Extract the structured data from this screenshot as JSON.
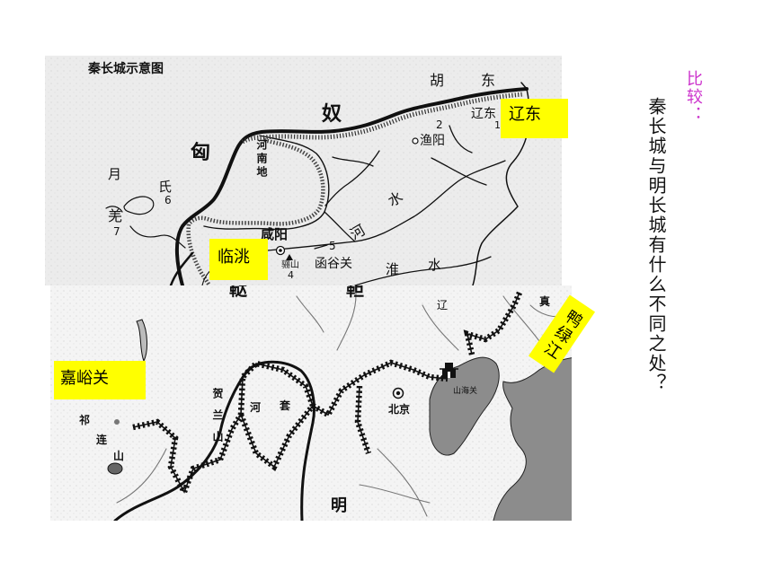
{
  "slide": {
    "compare_label": "比较：",
    "question": "秦长城与明长城有什么不同之处？"
  },
  "callouts": {
    "liaodong": "辽东",
    "lintao": "临洮",
    "jiayuguan": "嘉峪关",
    "yalu_river": "鸭绿江"
  },
  "qin_map": {
    "title": "秦长城示意图",
    "hu": "胡",
    "dong": "东",
    "nu": "奴",
    "xiong": "匈",
    "henandi": "河南地",
    "marker_2": "2",
    "yuyang": "渔阳",
    "liaodong": "辽东",
    "marker_1": "1",
    "yue": "月",
    "shi": "氏",
    "marker_6": "6",
    "qiang": "羌",
    "marker_7": "7",
    "xianyang": "咸阳",
    "marker_5": "5",
    "hanguguan": "函谷关",
    "lishan": "骊山",
    "marker_4": "4",
    "he_river": [
      "河",
      "水"
    ],
    "huai_river": [
      "淮",
      "水"
    ]
  },
  "ming_map": {
    "dada": [
      "鞑",
      "靼"
    ],
    "liao": "辽",
    "zhen": "真",
    "helanshan": "贺兰山",
    "hetao": [
      "河",
      "套"
    ],
    "beijing": "北京",
    "shanhaiguan": "山海关",
    "qilianshan": [
      "祁",
      "连",
      "山"
    ],
    "ming": "明"
  },
  "colors": {
    "callout_fill": "#ffff00",
    "accent": "#cc33cc",
    "sea": "#8c8c8c",
    "qin_map_bg": "#ececec"
  }
}
